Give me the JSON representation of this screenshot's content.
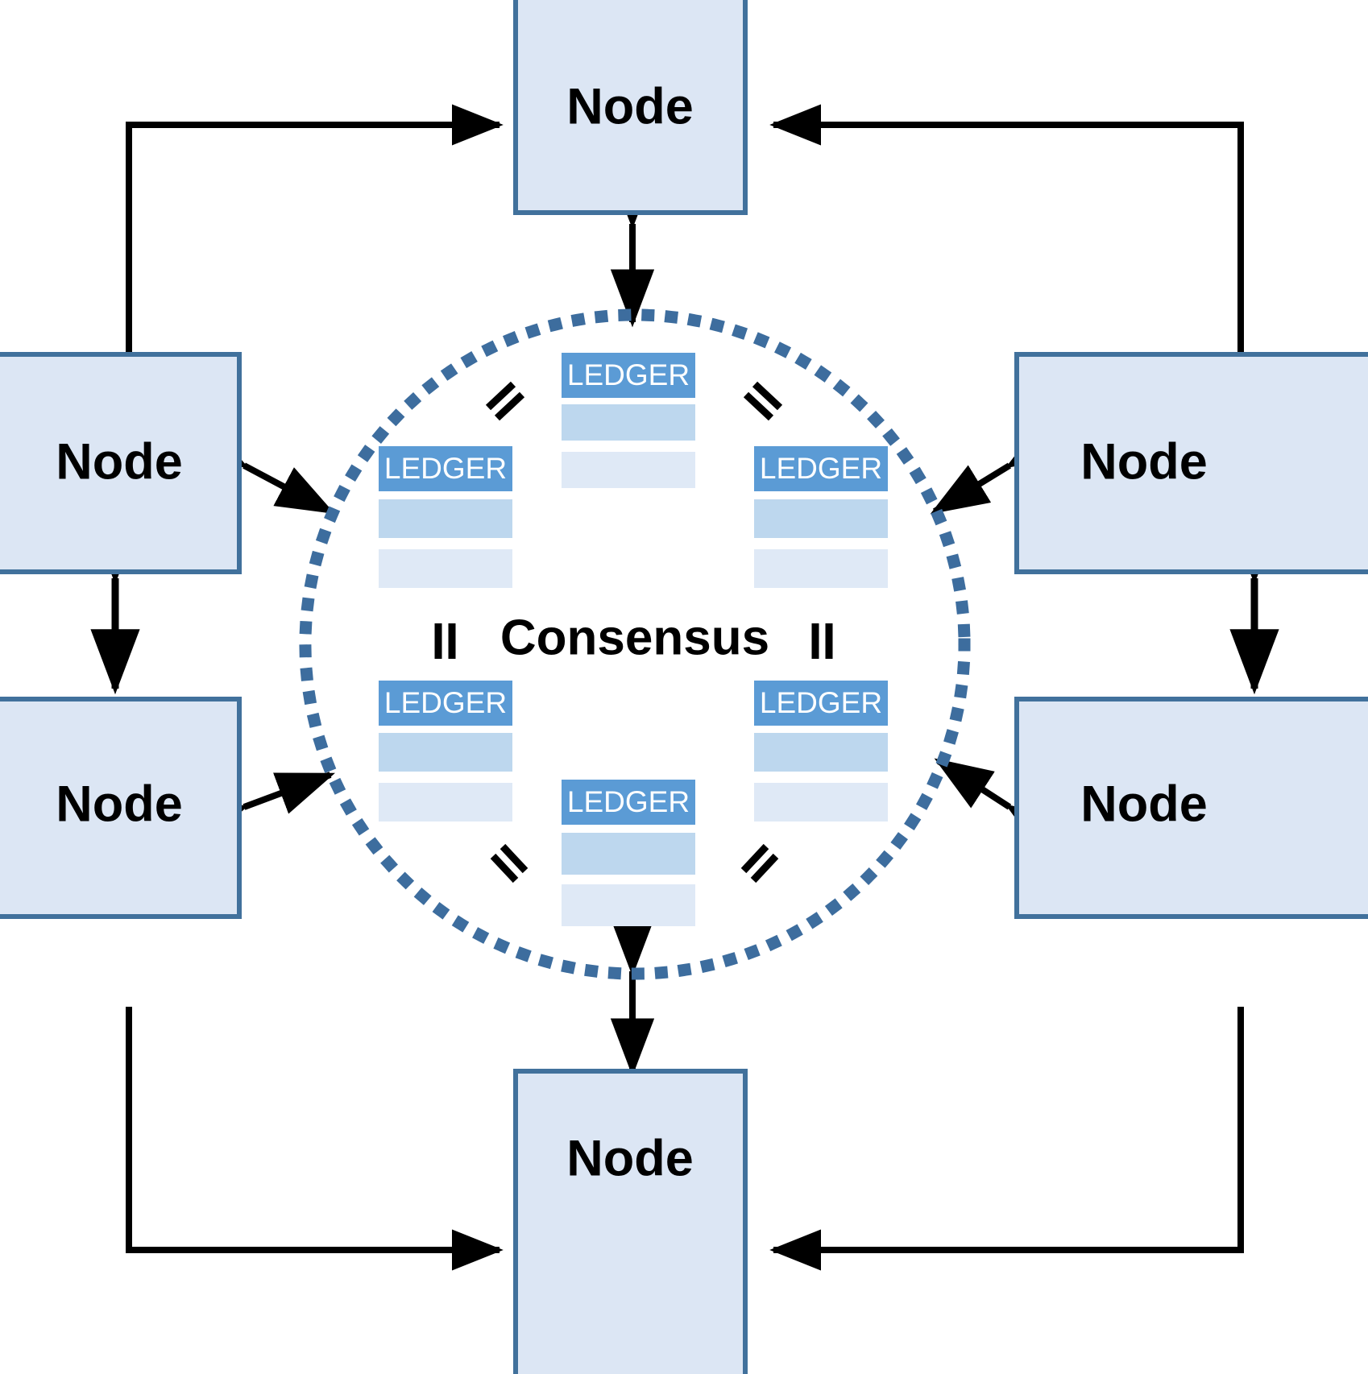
{
  "diagram": {
    "title_text": "Consensus",
    "node_label": "Node",
    "ledger_label": "LEDGER",
    "equals_symbol": "=",
    "colors": {
      "node_fill": "#dce6f4",
      "node_border": "#41719c",
      "ledger_header": "#5b9bd5",
      "ledger_row_mid": "#bdd7ee",
      "ledger_row_light": "#dfe9f6",
      "circle_dots": "#3d6d9e",
      "arrow": "#000000",
      "text": "#000000",
      "background": "#ffffff"
    },
    "nodes": [
      {
        "id": "node-top",
        "label": "Node",
        "position": "top-center"
      },
      {
        "id": "node-left-upper",
        "label": "Node",
        "position": "left-upper"
      },
      {
        "id": "node-left-lower",
        "label": "Node",
        "position": "left-lower"
      },
      {
        "id": "node-right-upper",
        "label": "Node",
        "position": "right-upper"
      },
      {
        "id": "node-right-lower",
        "label": "Node",
        "position": "right-lower"
      },
      {
        "id": "node-bottom",
        "label": "Node",
        "position": "bottom-center"
      }
    ],
    "ledgers": [
      {
        "id": "ledger-top",
        "label": "LEDGER",
        "position": "top-center"
      },
      {
        "id": "ledger-left-upper",
        "label": "LEDGER",
        "position": "left-upper"
      },
      {
        "id": "ledger-right-upper",
        "label": "LEDGER",
        "position": "right-upper"
      },
      {
        "id": "ledger-left-lower",
        "label": "LEDGER",
        "position": "left-lower"
      },
      {
        "id": "ledger-right-lower",
        "label": "LEDGER",
        "position": "right-lower"
      },
      {
        "id": "ledger-bottom",
        "label": "LEDGER",
        "position": "bottom-center"
      }
    ],
    "equals_marks_count": 6,
    "connections": [
      {
        "from": "node-left-upper",
        "to": "node-top",
        "type": "single-arrow"
      },
      {
        "from": "node-right-upper",
        "to": "node-top",
        "type": "single-arrow"
      },
      {
        "from": "node-left-lower",
        "to": "node-bottom",
        "type": "single-arrow"
      },
      {
        "from": "node-right-lower",
        "to": "node-bottom",
        "type": "single-arrow"
      },
      {
        "from": "node-left-upper",
        "to": "node-left-lower",
        "type": "double-arrow"
      },
      {
        "from": "node-right-upper",
        "to": "node-right-lower",
        "type": "double-arrow"
      },
      {
        "from": "node-top",
        "to": "consensus",
        "type": "double-arrow"
      },
      {
        "from": "node-bottom",
        "to": "consensus",
        "type": "double-arrow"
      },
      {
        "from": "node-left-upper",
        "to": "consensus",
        "type": "double-arrow"
      },
      {
        "from": "node-left-lower",
        "to": "consensus",
        "type": "double-arrow"
      },
      {
        "from": "node-right-upper",
        "to": "consensus",
        "type": "double-arrow"
      },
      {
        "from": "node-right-lower",
        "to": "consensus",
        "type": "double-arrow"
      }
    ]
  }
}
